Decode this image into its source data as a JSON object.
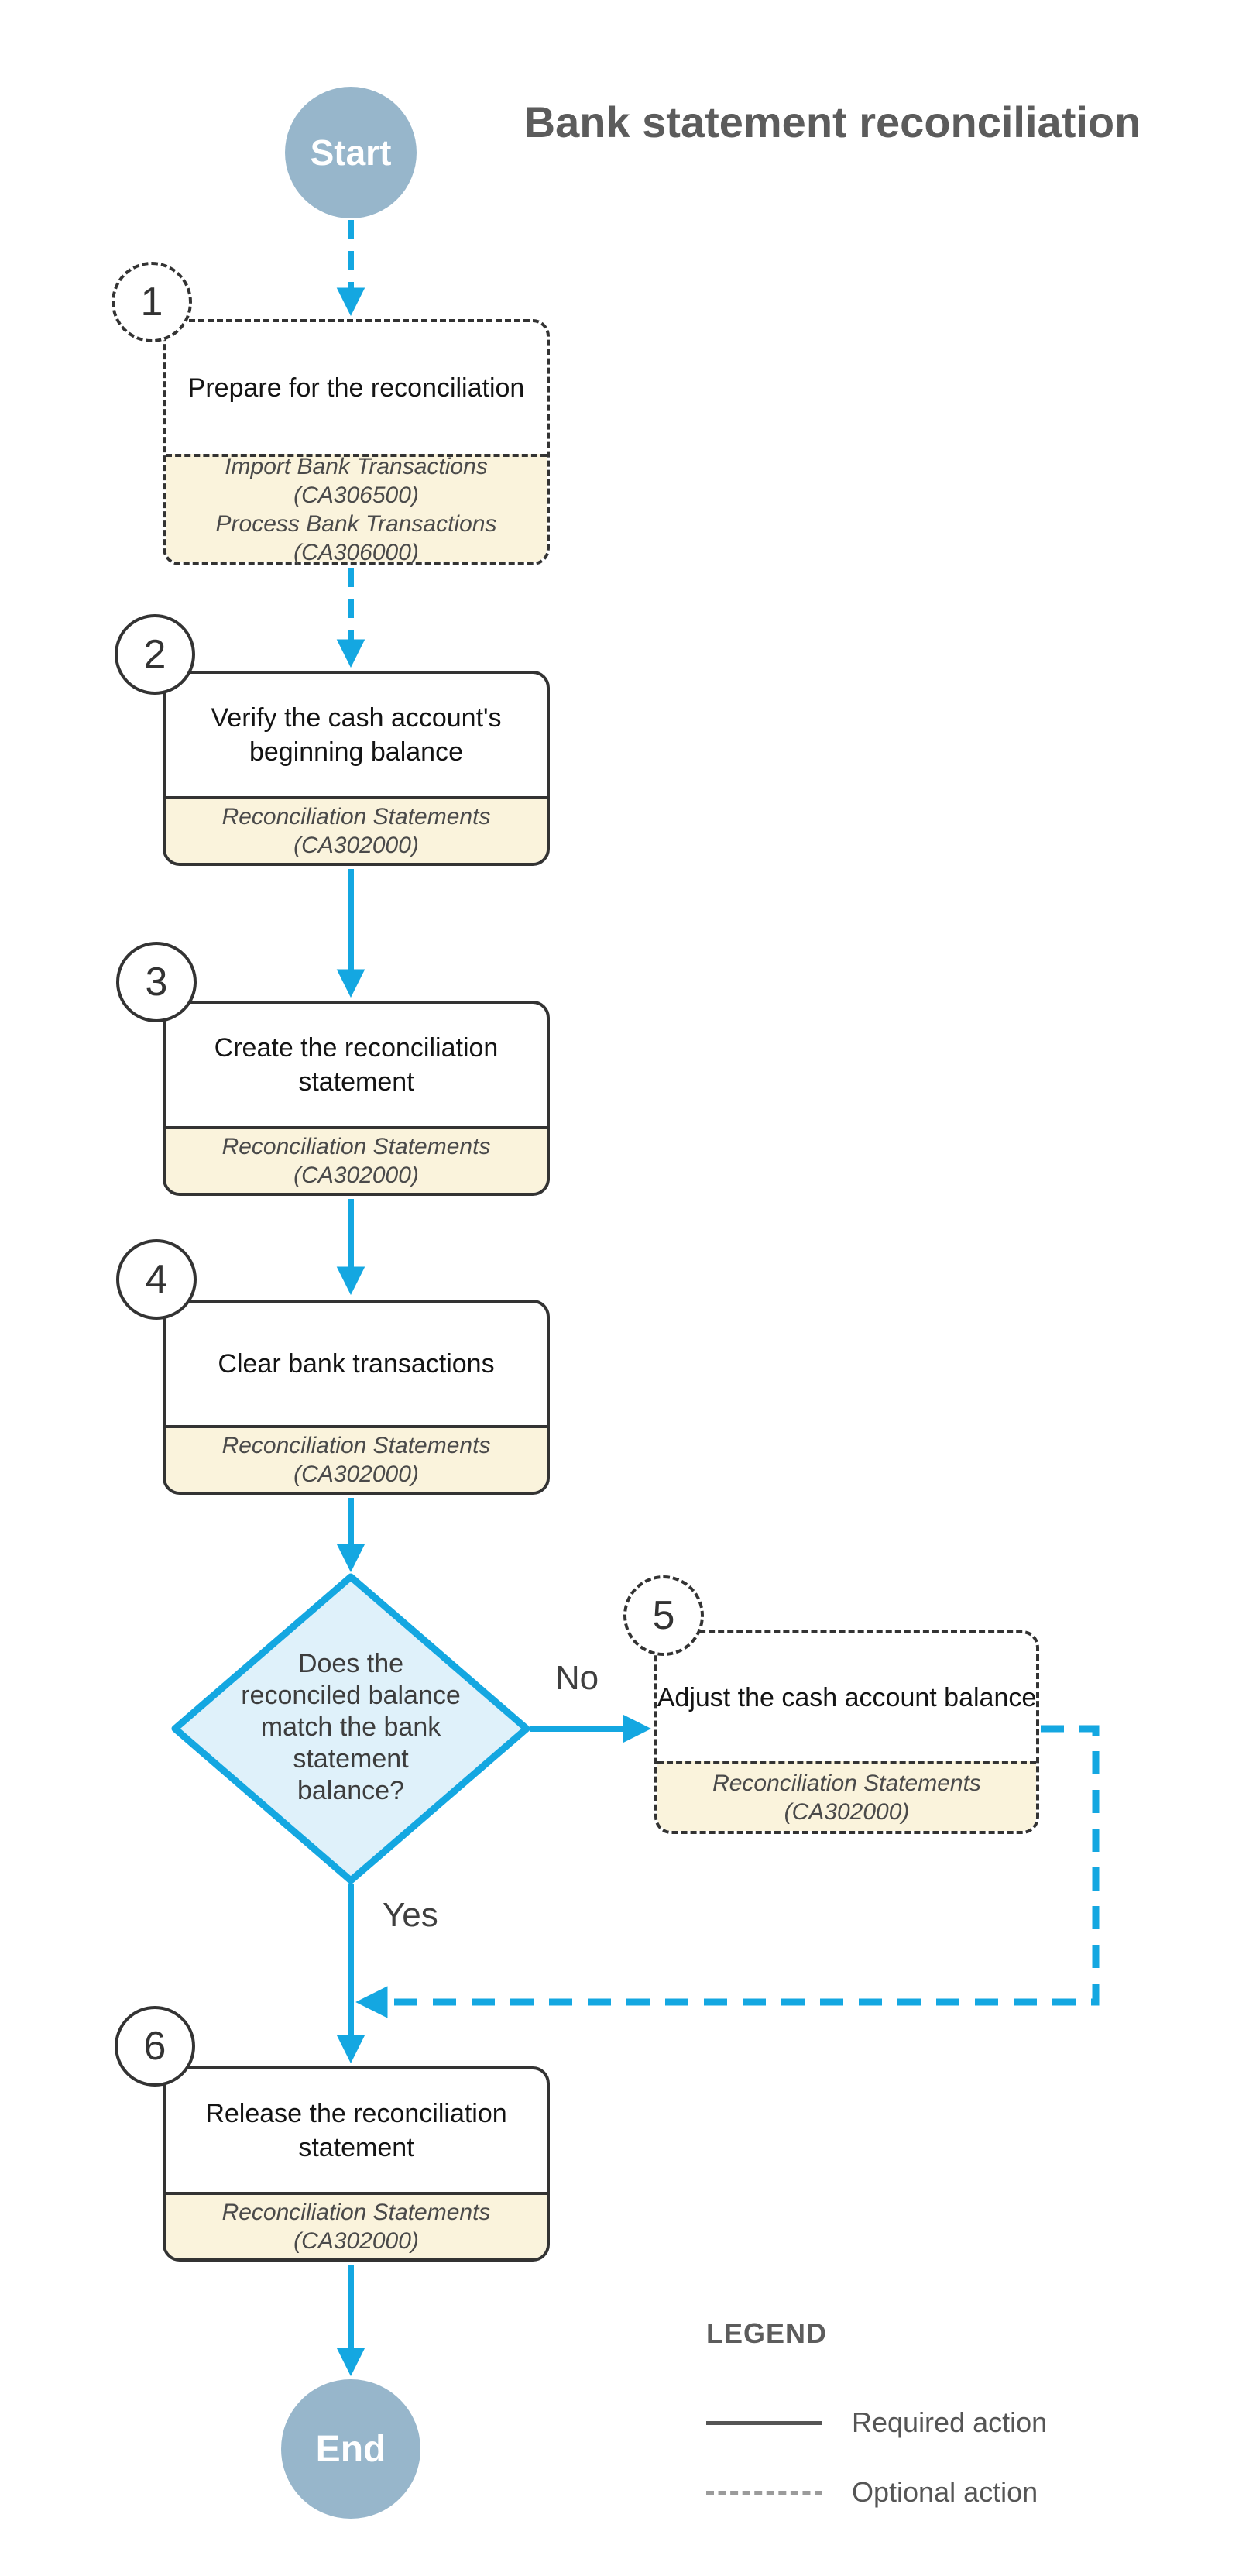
{
  "title": "Bank statement reconciliation",
  "terminators": {
    "start": "Start",
    "end": "End"
  },
  "steps": [
    {
      "number": "1",
      "optional": true,
      "title": "Prepare for the reconciliation",
      "screens": [
        {
          "name": "Import Bank Transactions",
          "id": "(CA306500)"
        },
        {
          "name": "Process Bank Transactions",
          "id": "(CA306000)"
        }
      ]
    },
    {
      "number": "2",
      "optional": false,
      "title": "Verify the cash account's beginning balance",
      "screens": [
        {
          "name": "Reconciliation Statements",
          "id": "(CA302000)"
        }
      ]
    },
    {
      "number": "3",
      "optional": false,
      "title": "Create the reconciliation statement",
      "screens": [
        {
          "name": "Reconciliation Statements",
          "id": "(CA302000)"
        }
      ]
    },
    {
      "number": "4",
      "optional": false,
      "title": "Clear bank transactions",
      "screens": [
        {
          "name": "Reconciliation Statements",
          "id": "(CA302000)"
        }
      ]
    },
    {
      "number": "5",
      "optional": true,
      "title": "Adjust the cash account balance",
      "screens": [
        {
          "name": "Reconciliation Statements",
          "id": "(CA302000)"
        }
      ]
    },
    {
      "number": "6",
      "optional": false,
      "title": "Release the reconciliation statement",
      "screens": [
        {
          "name": "Reconciliation Statements",
          "id": "(CA302000)"
        }
      ]
    }
  ],
  "decision": {
    "lines": [
      "Does the",
      "reconciled balance",
      "match the bank",
      "statement",
      "balance?"
    ],
    "no_label": "No",
    "yes_label": "Yes"
  },
  "legend": {
    "heading": "LEGEND",
    "items": [
      {
        "label": "Required action",
        "style": "solid"
      },
      {
        "label": "Optional action",
        "style": "dashed"
      }
    ]
  },
  "colors": {
    "arrow_blue": "#14a7e1",
    "terminator_fill": "#97b6cb",
    "screen_fill": "#faf3dc",
    "decision_fill": "#dff1fa",
    "border_dark": "#333333",
    "title_gray": "#5c5c5c"
  }
}
